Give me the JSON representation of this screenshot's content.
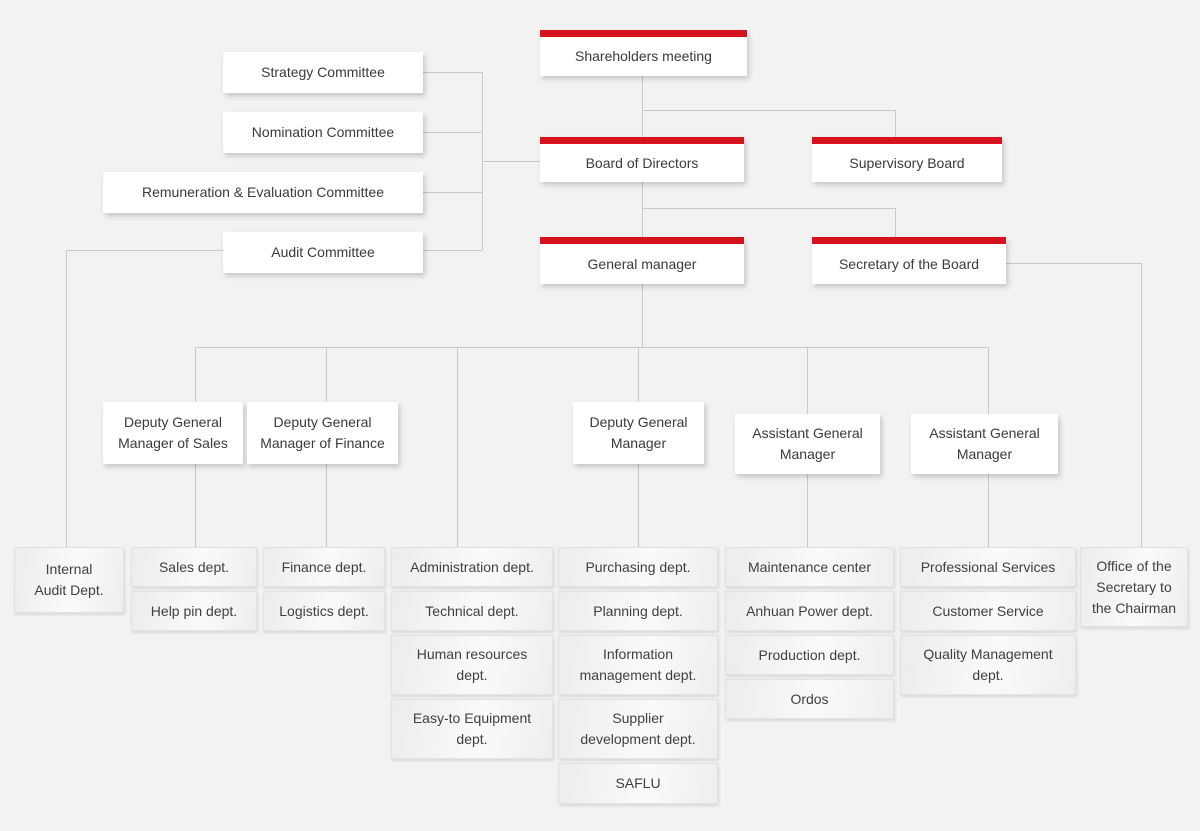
{
  "colors": {
    "accent_red": "#d5121e",
    "background": "#f2f2f2",
    "connector_line": "#c9c9c9"
  },
  "org_chart": {
    "top": {
      "shareholders": "Shareholders meeting",
      "board_of_directors": "Board of Directors",
      "supervisory_board": "Supervisory Board",
      "general_manager": "General manager",
      "secretary_of_board": "Secretary of the Board"
    },
    "committees": [
      {
        "label": "Strategy Committee"
      },
      {
        "label": "Nomination Committee"
      },
      {
        "label": "Remuneration & Evaluation Committee"
      },
      {
        "label": "Audit Committee"
      }
    ],
    "managers": [
      {
        "label": "Deputy General Manager of Sales"
      },
      {
        "label": "Deputy General Manager of Finance"
      },
      {
        "label": "Deputy General Manager"
      },
      {
        "label": "Assistant General Manager"
      },
      {
        "label": "Assistant General Manager"
      }
    ],
    "departments": {
      "audit_column": [
        "Internal Audit Dept."
      ],
      "sales_column": [
        "Sales dept.",
        "Help pin dept."
      ],
      "finance_column": [
        "Finance dept.",
        "Logistics dept."
      ],
      "admin_column": [
        "Administration dept.",
        "Technical dept.",
        "Human resources dept.",
        "Easy-to Equipment dept."
      ],
      "purchasing_column": [
        "Purchasing dept.",
        "Planning dept.",
        "Information management dept.",
        "Supplier development dept.",
        "SAFLU"
      ],
      "maintenance_column": [
        "Maintenance center",
        "Anhuan Power dept.",
        "Production dept.",
        "Ordos"
      ],
      "services_column": [
        "Professional Services",
        "Customer Service",
        "Quality Management dept."
      ],
      "secretary_column": [
        "Office of the Secretary to the Chairman"
      ]
    }
  }
}
